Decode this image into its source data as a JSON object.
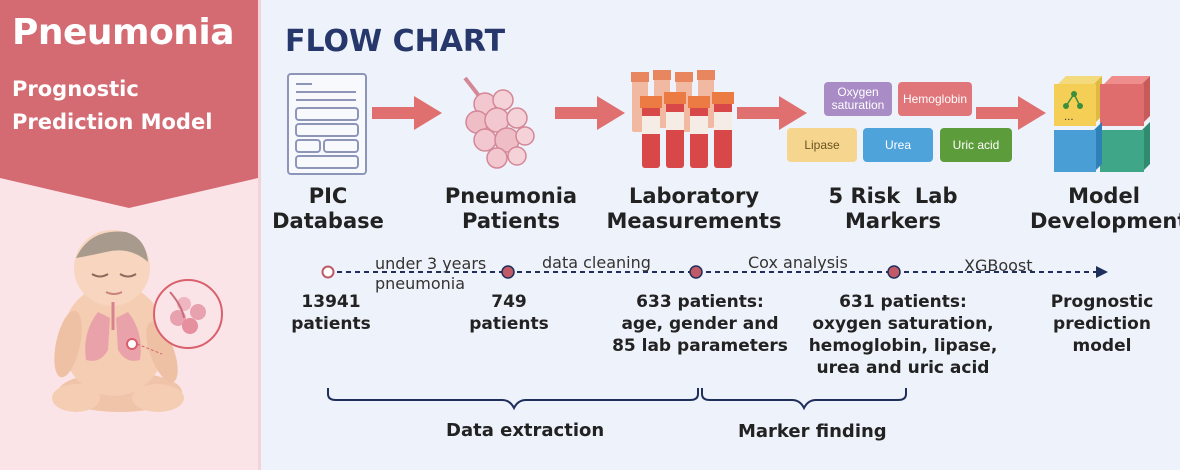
{
  "sidebar": {
    "title": "Pneumonia",
    "subtitle_line1": "Prognostic",
    "subtitle_line2": "Prediction Model"
  },
  "main": {
    "title": "FLOW CHART",
    "steps": [
      {
        "line1": "PIC",
        "line2": "Database"
      },
      {
        "line1": "Pneumonia",
        "line2": "Patients"
      },
      {
        "line1": "Laboratory",
        "line2": "Measurements"
      },
      {
        "line1": "5 Risk  Lab",
        "line2": "Markers"
      },
      {
        "line1": "Model",
        "line2": "Development"
      }
    ],
    "markers": [
      {
        "label": "Oxygen saturation",
        "color": "#a98bc6"
      },
      {
        "label": "Hemoglobin",
        "color": "#e0757a"
      },
      {
        "label": "Lipase",
        "color": "#f6d58e"
      },
      {
        "label": "Urea",
        "color": "#4fa3db"
      },
      {
        "label": "Uric acid",
        "color": "#5d9c3a"
      }
    ],
    "transitions": [
      {
        "line1": "under 3 years",
        "line2": "pneumonia"
      },
      {
        "line1": "data cleaning"
      },
      {
        "line1": "Cox analysis"
      },
      {
        "line1": "XGBoost"
      }
    ],
    "counts": [
      {
        "line1": "13941",
        "line2": "patients"
      },
      {
        "line1": "749",
        "line2": "patients"
      },
      {
        "line1": "633 patients:",
        "line2": "age, gender and",
        "line3": "85 lab parameters"
      },
      {
        "line1": "631 patients:",
        "line2": "oxygen saturation,",
        "line3": "hemoglobin, lipase,",
        "line4": "urea and uric acid"
      },
      {
        "line1": "Prognostic",
        "line2": "prediction",
        "line3": "model"
      }
    ],
    "phases": {
      "extraction": "Data extraction",
      "finding": "Marker finding"
    }
  },
  "colors": {
    "banner": "#d46a72",
    "title_navy": "#26386b",
    "arrow": "#e07070",
    "timeline": "#1f2f5c",
    "dot": "#c05a66"
  }
}
